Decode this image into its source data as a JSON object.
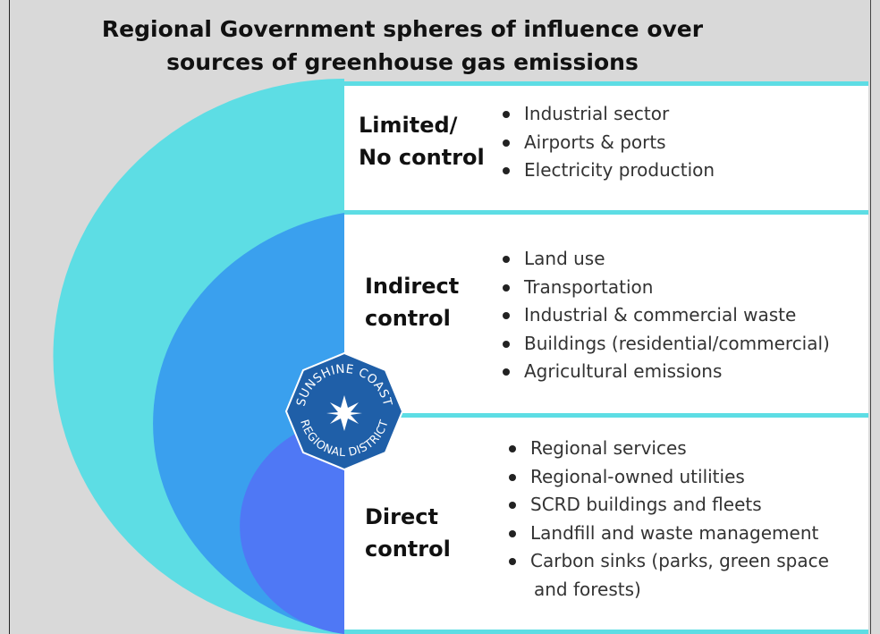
{
  "title": {
    "line1": "Regional Government spheres of influence over",
    "line2": "sources of greenhouse gas emissions"
  },
  "colors": {
    "outer_ring": "#5ddde4",
    "middle_ring": "#3aa0ee",
    "inner_ring": "#4f78f5",
    "logo_fill": "#1f5fa8",
    "panel_bg": "#ffffff",
    "page_bg": "#d9d9d9"
  },
  "logo": {
    "top_text": "SUNSHINE COAST",
    "bottom_text": "REGIONAL DISTRICT",
    "icon": "sun-star-icon"
  },
  "zones": {
    "limited": {
      "label_line1": "Limited/",
      "label_line2": "No control",
      "items": [
        "Industrial sector",
        "Airports & ports",
        "Electricity production"
      ]
    },
    "indirect": {
      "label_line1": "Indirect",
      "label_line2": "control",
      "items": [
        "Land use",
        "Transportation",
        "Industrial & commercial waste",
        "Buildings (residential/commercial)",
        "Agricultural emissions"
      ]
    },
    "direct": {
      "label_line1": "Direct",
      "label_line2": "control",
      "items": [
        "Regional services",
        "Regional-owned utilities",
        "SCRD buildings and fleets",
        "Landfill and waste management",
        "Carbon sinks (parks, green space"
      ],
      "last_item_continuation": "and forests)"
    }
  }
}
